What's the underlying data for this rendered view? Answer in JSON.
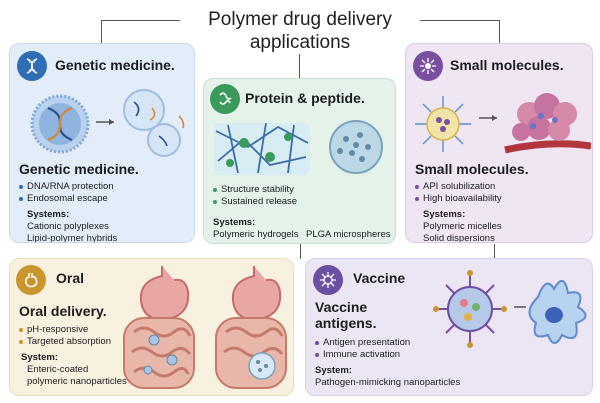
{
  "title": "Polymer drug delivery applications",
  "cards": {
    "genetic": {
      "heading": "Genetic medicine.",
      "subheading": "Genetic medicine.",
      "bullets": [
        "DNA/RNA protection",
        "Endosomal escape"
      ],
      "systems_label": "Systems:",
      "systems": [
        "Cationic polyplexes",
        "Lipid-polymer hybrids"
      ],
      "accent": "#2f6db5",
      "icon": "dna-icon"
    },
    "protein": {
      "heading": "Protein & peptide.",
      "bullets": [
        "Structure stability",
        "Sustained release"
      ],
      "systems_label": "Systems:",
      "systems": [
        "Polymeric hydrogels",
        "PLGA microspheres"
      ],
      "accent": "#3a9a5c",
      "icon": "protein-icon"
    },
    "small": {
      "heading": "Small molecules.",
      "subheading": "Small molecules.",
      "bullets": [
        "API solubilization",
        "High bioavailability"
      ],
      "systems_label": "Systems:",
      "systems": [
        "Polymeric micelles",
        "Solid dispersions"
      ],
      "accent": "#7a4fa0",
      "icon": "micelle-icon"
    },
    "oral": {
      "heading": "Oral",
      "subheading": "Oral delivery.",
      "bullets": [
        "pH-responsive",
        "Targeted absorption"
      ],
      "systems_label": "System:",
      "systems": [
        "Enteric-coated",
        "polymeric nanoparticles"
      ],
      "accent": "#c9952c",
      "icon": "stomach-icon"
    },
    "vaccine": {
      "heading": "Vaccine",
      "subheading": [
        "Vaccine",
        "antigens."
      ],
      "bullets": [
        "Antigen presentation",
        "Immune activation"
      ],
      "systems_label": "System:",
      "systems": [
        "Pathogen-mimicking nanoparticles"
      ],
      "accent": "#6b4fa0",
      "icon": "virus-icon"
    }
  }
}
